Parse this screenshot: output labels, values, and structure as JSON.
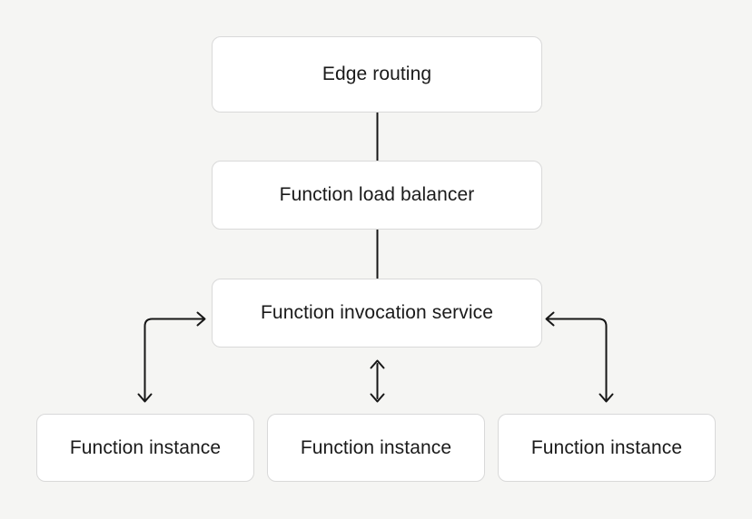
{
  "diagram": {
    "type": "flow-diagram",
    "nodes": [
      {
        "id": "edge-routing",
        "label": "Edge routing"
      },
      {
        "id": "function-load-balancer",
        "label": "Function load balancer"
      },
      {
        "id": "function-invocation-service",
        "label": "Function invocation service"
      },
      {
        "id": "function-instance-1",
        "label": "Function instance"
      },
      {
        "id": "function-instance-2",
        "label": "Function instance"
      },
      {
        "id": "function-instance-3",
        "label": "Function instance"
      }
    ],
    "edges": [
      {
        "from": "edge-routing",
        "to": "function-load-balancer",
        "style": "plain-line"
      },
      {
        "from": "function-load-balancer",
        "to": "function-invocation-service",
        "style": "plain-line"
      },
      {
        "from": "function-invocation-service",
        "to": "function-instance-1",
        "style": "elbow-bidirectional-arrow"
      },
      {
        "from": "function-invocation-service",
        "to": "function-instance-2",
        "style": "vertical-double-arrow"
      },
      {
        "from": "function-invocation-service",
        "to": "function-instance-3",
        "style": "elbow-bidirectional-arrow"
      }
    ]
  },
  "colors": {
    "background": "#f5f5f3",
    "node_fill": "#ffffff",
    "node_border": "#d9d9d9",
    "text": "#1a1a1a",
    "line": "#161616"
  }
}
